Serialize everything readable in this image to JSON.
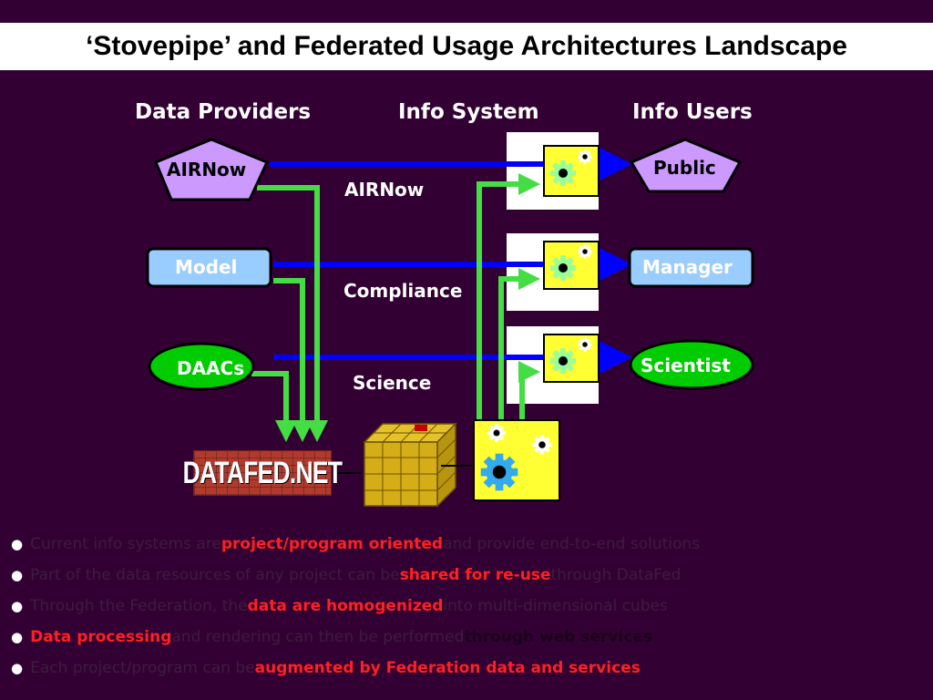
{
  "title": "‘Stovepipe’ and Federated Usage Architectures Landscape",
  "columns": {
    "providers": "Data Providers",
    "system": "Info System",
    "users": "Info Users"
  },
  "providers": {
    "airnow": "AIRNow",
    "model": "Model",
    "daacs": "DAACs"
  },
  "systems": {
    "airnow": "AIRNow",
    "compliance": "Compliance",
    "science": "Science"
  },
  "users": {
    "public": "Public",
    "manager": "Manager",
    "scientist": "Scientist"
  },
  "datafed_logo": "DATAFED.NET",
  "colors": {
    "background": "#330033",
    "flow_blue": "#0000ff",
    "flow_green": "#44dd44",
    "pentagon": "#cc99ff",
    "box": "#99ccff",
    "ellipse": "#00cc00",
    "processor": "#ffff33",
    "highlight": "#ff2020"
  },
  "bullets": [
    [
      {
        "t": "Current info systems are ",
        "s": "dim"
      },
      {
        "t": "project/program oriented",
        "s": "red"
      },
      {
        "t": " and provide end-to-end solutions",
        "s": "dim"
      }
    ],
    [
      {
        "t": "Part of the data resources of any project can be ",
        "s": "dim"
      },
      {
        "t": "shared for re-use",
        "s": "red"
      },
      {
        "t": " through DataFed",
        "s": "dim"
      }
    ],
    [
      {
        "t": "Through the Federation, the ",
        "s": "dim"
      },
      {
        "t": "data are homogenized",
        "s": "red"
      },
      {
        "t": " into multi-dimensional cubes",
        "s": "dim"
      }
    ],
    [
      {
        "t": "Data processing",
        "s": "red"
      },
      {
        "t": " and rendering can then be performed ",
        "s": "dim"
      },
      {
        "t": "through web services",
        "s": "blk"
      }
    ],
    [
      {
        "t": "Each project/program can be ",
        "s": "dim"
      },
      {
        "t": "augmented by Federation data and services",
        "s": "red"
      }
    ]
  ]
}
